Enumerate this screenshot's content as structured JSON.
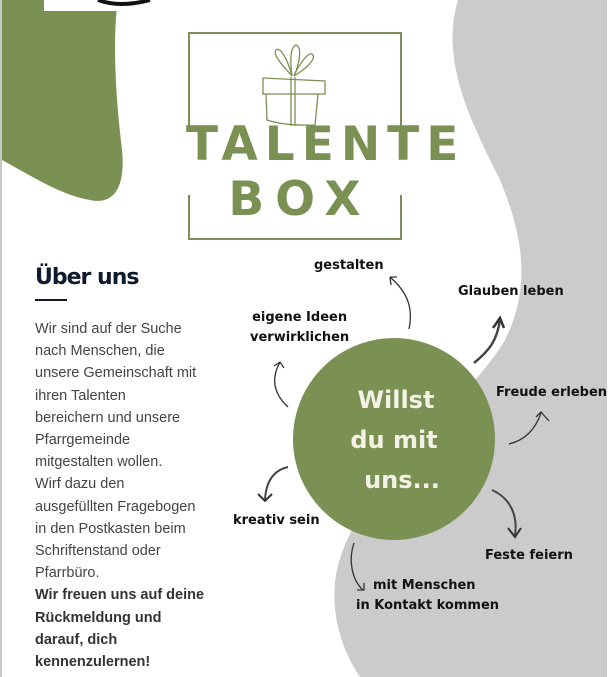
{
  "colors": {
    "accent": "#7b9154",
    "gray": "#cbcbcb",
    "heading": "#0f1b2d"
  },
  "logo": {
    "line1": "TALENTE",
    "line2": "BOX",
    "icon": "gift-icon"
  },
  "about": {
    "heading": "Über uns",
    "lines": [
      "Wir sind auf der Suche",
      "nach Menschen, die",
      "unsere Gemeinschaft mit",
      "ihren Talenten",
      "bereichern und unsere",
      "Pfarrgemeinde",
      "mitgestalten wollen.",
      "Wirf dazu den",
      "ausgefüllten Fragebogen",
      "in den Postkasten beim",
      "Schriftenstand oder",
      "Pfarrbüro."
    ],
    "bold_lines": [
      "Wir freuen uns auf deine",
      "Rückmeldung und",
      "darauf, dich",
      "kennenzulernen!"
    ]
  },
  "circle": {
    "line1": "Willst",
    "line2": "du mit",
    "line3": "uns..."
  },
  "labels": {
    "gestalten": "gestalten",
    "ideen1": "eigene Ideen",
    "ideen2": "verwirklichen",
    "glauben": "Glauben leben",
    "freude": "Freude erleben",
    "kreativ": "kreativ sein",
    "feste": "Feste feiern",
    "kontakt1": "mit Menschen",
    "kontakt2": "in Kontakt kommen"
  }
}
